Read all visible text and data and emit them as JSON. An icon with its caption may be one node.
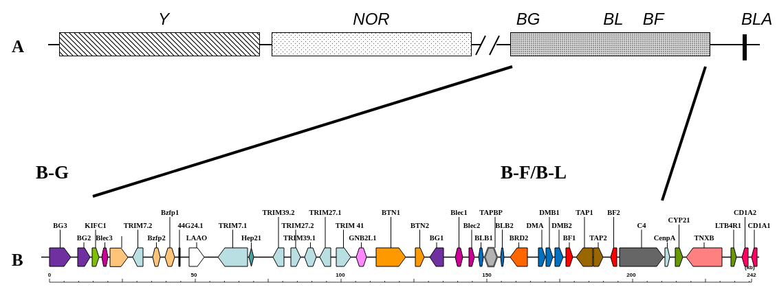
{
  "diagram": {
    "nodes": [
      {
        "text": [
          "Y"
        ]
      },
      {
        "text": [
          "NOR"
        ]
      },
      {
        "text": [
          "BG",
          "BL",
          "BF"
        ]
      },
      {
        "text": [
          "BLA"
        ]
      },
      {
        "text": [
          "BG3"
        ]
      },
      {
        "text": [],
        "shape": "arrow"
      },
      {
        "text": [
          "BG2"
        ]
      },
      {
        "text": [],
        "shape": "arrow"
      },
      {
        "text": [
          "KIFC1"
        ]
      },
      {
        "text": [],
        "shape": "arrow"
      },
      {
        "text": [
          "Blec3"
        ]
      },
      {
        "text": [],
        "shape": "arrow"
      },
      {
        "text": [],
        "shape": "arrow"
      },
      {
        "text": [
          "TRIM7.2"
        ]
      },
      {
        "text": [],
        "shape": "arrow"
      },
      {
        "text": [
          "Bzfp2"
        ]
      },
      {
        "text": [],
        "shape": "arrow"
      },
      {
        "text": [
          "Bzfp1"
        ]
      },
      {
        "text": [],
        "shape": "arrow"
      },
      {
        "text": [
          "44G24.1"
        ]
      },
      {
        "text": [],
        "shape": "bar"
      },
      {
        "text": [
          "LAAO"
        ]
      },
      {
        "text": [],
        "shape": "arrow"
      },
      {
        "text": [
          "TRIM7.1"
        ]
      },
      {
        "text": [],
        "shape": "arrow"
      },
      {
        "text": [
          "Hep21"
        ]
      },
      {
        "text": [],
        "shape": "diamond"
      },
      {
        "text": [
          "TRIM39.2"
        ]
      },
      {
        "text": [],
        "shape": "arrow"
      },
      {
        "text": [
          "TRIM27.2"
        ]
      },
      {
        "text": [],
        "shape": "arrow"
      },
      {
        "text": [
          "TRIM39.1"
        ]
      },
      {
        "text": [],
        "shape": "arrow"
      },
      {
        "text": [
          "TRIM27.1"
        ]
      },
      {
        "text": [],
        "shape": "arrow"
      },
      {
        "text": [
          "TRIM 41"
        ]
      },
      {
        "text": [],
        "shape": "arrow"
      },
      {
        "text": [
          "GNB2L1"
        ]
      },
      {
        "text": [],
        "shape": "arrow"
      },
      {
        "text": [
          "BTN1"
        ]
      },
      {
        "text": [],
        "shape": "arrow"
      },
      {
        "text": [
          "BTN2"
        ]
      },
      {
        "text": [],
        "shape": "arrow"
      },
      {
        "text": [
          "BG1"
        ]
      },
      {
        "text": [],
        "shape": "arrow"
      },
      {
        "text": [
          "Blec1"
        ]
      },
      {
        "text": [],
        "shape": "arrow"
      },
      {
        "text": [
          "Blec2"
        ]
      },
      {
        "text": [],
        "shape": "arrow"
      },
      {
        "text": [
          "BLB1"
        ]
      },
      {
        "text": [],
        "shape": "arrow"
      },
      {
        "text": [
          "TAPBP"
        ]
      },
      {
        "text": [],
        "shape": "arrow"
      },
      {
        "text": [
          "BLB2"
        ]
      },
      {
        "text": [],
        "shape": "arrow"
      },
      {
        "text": [
          "BRD2"
        ]
      },
      {
        "text": [],
        "shape": "arrow"
      },
      {
        "text": [
          "DMA"
        ]
      },
      {
        "text": [],
        "shape": "arrow"
      },
      {
        "text": [
          "DMB1"
        ]
      },
      {
        "text": [],
        "shape": "arrow"
      },
      {
        "text": [
          "DMB2"
        ]
      },
      {
        "text": [],
        "shape": "arrow"
      },
      {
        "text": [
          "BF1"
        ]
      },
      {
        "text": [],
        "shape": "arrow"
      },
      {
        "text": [
          "TAP1"
        ]
      },
      {
        "text": [],
        "shape": "arrow"
      },
      {
        "text": [
          "TAP2"
        ]
      },
      {
        "text": [],
        "shape": "arrow"
      },
      {
        "text": [
          "BF2"
        ]
      },
      {
        "text": [],
        "shape": "arrow"
      },
      {
        "text": [
          "C4"
        ]
      },
      {
        "text": [],
        "shape": "arrow"
      },
      {
        "text": [
          "CenpA"
        ]
      },
      {
        "text": [],
        "shape": "arrow"
      },
      {
        "text": [
          "CYP21"
        ]
      },
      {
        "text": [],
        "shape": "arrow"
      },
      {
        "text": [
          "TNXB"
        ]
      },
      {
        "text": [],
        "shape": "arrow"
      },
      {
        "text": [
          "LTB4R1"
        ]
      },
      {
        "text": [],
        "shape": "arrow"
      },
      {
        "text": [
          "CD1A2"
        ]
      },
      {
        "text": [],
        "shape": "arrow"
      },
      {
        "text": [
          "CD1A1"
        ]
      },
      {
        "text": [],
        "shape": "arrow"
      }
    ],
    "edges": [
      {
        "from": 4,
        "to": 5,
        "arrow": "none"
      },
      {
        "from": 6,
        "to": 7,
        "arrow": "none"
      },
      {
        "from": 8,
        "to": 9,
        "arrow": "none"
      },
      {
        "from": 10,
        "to": 11,
        "arrow": "none"
      },
      {
        "from": 13,
        "to": 14,
        "arrow": "none"
      },
      {
        "from": 15,
        "to": 16,
        "arrow": "none"
      },
      {
        "from": 17,
        "to": 18,
        "arrow": "none"
      },
      {
        "from": 19,
        "to": 20,
        "arrow": "none"
      },
      {
        "from": 21,
        "to": 22,
        "arrow": "none"
      },
      {
        "from": 23,
        "to": 24,
        "arrow": "none"
      },
      {
        "from": 25,
        "to": 26,
        "arrow": "none"
      },
      {
        "from": 27,
        "to": 28,
        "arrow": "none"
      },
      {
        "from": 29,
        "to": 30,
        "arrow": "none"
      },
      {
        "from": 31,
        "to": 32,
        "arrow": "none"
      },
      {
        "from": 33,
        "to": 34,
        "arrow": "none"
      },
      {
        "from": 35,
        "to": 36,
        "arrow": "none"
      },
      {
        "from": 37,
        "to": 38,
        "arrow": "none"
      },
      {
        "from": 39,
        "to": 40,
        "arrow": "none"
      },
      {
        "from": 41,
        "to": 42,
        "arrow": "none"
      },
      {
        "from": 43,
        "to": 44,
        "arrow": "none"
      },
      {
        "from": 45,
        "to": 46,
        "arrow": "none"
      },
      {
        "from": 47,
        "to": 48,
        "arrow": "none"
      },
      {
        "from": 49,
        "to": 50,
        "arrow": "none"
      },
      {
        "from": 51,
        "to": 52,
        "arrow": "none"
      },
      {
        "from": 53,
        "to": 54,
        "arrow": "none"
      },
      {
        "from": 55,
        "to": 56,
        "arrow": "none"
      },
      {
        "from": 57,
        "to": 58,
        "arrow": "none"
      },
      {
        "from": 59,
        "to": 60,
        "arrow": "none"
      },
      {
        "from": 61,
        "to": 62,
        "arrow": "none"
      },
      {
        "from": 63,
        "to": 64,
        "arrow": "none"
      },
      {
        "from": 65,
        "to": 66,
        "arrow": "none"
      },
      {
        "from": 67,
        "to": 68,
        "arrow": "none"
      },
      {
        "from": 69,
        "to": 70,
        "arrow": "none"
      },
      {
        "from": 71,
        "to": 72,
        "arrow": "none"
      },
      {
        "from": 73,
        "to": 74,
        "arrow": "none"
      },
      {
        "from": 75,
        "to": 76,
        "arrow": "none"
      },
      {
        "from": 77,
        "to": 78,
        "arrow": "none"
      },
      {
        "from": 79,
        "to": 80,
        "arrow": "none"
      },
      {
        "from": 81,
        "to": 82,
        "arrow": "none"
      },
      {
        "from": 83,
        "to": 84,
        "arrow": "none"
      }
    ],
    "labels": [
      "A",
      "B-G",
      "B-F/B-L",
      "B",
      "(kb)",
      "0",
      "50",
      "100",
      "150",
      "200",
      "242"
    ]
  }
}
